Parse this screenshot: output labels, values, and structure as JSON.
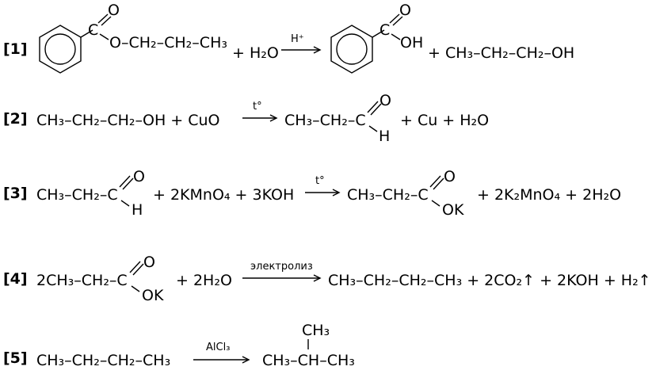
{
  "reactions": [
    {
      "label": "[1]",
      "reactant_chain": "O–CH₂–CH₂–CH₃",
      "reagent": "+ H₂O",
      "condition": "H⁺",
      "product_group": "OH",
      "product_tail": "+ CH₃–CH₂–CH₂–OH"
    },
    {
      "label": "[2]",
      "left": "CH₃–CH₂–CH₂–OH + CuO",
      "condition": "t°",
      "product_chain": "CH₃–CH₂–C",
      "product_group": "H",
      "product_tail": "+ Cu + H₂O"
    },
    {
      "label": "[3]",
      "left_chain": "CH₃–CH₂–C",
      "left_group": "H",
      "left_tail": "+ 2KMnO₄ + 3KOH",
      "condition": "t°",
      "product_chain": "CH₃–CH₂–C",
      "product_group": "OK",
      "product_tail": "+ 2K₂MnO₄ + 2H₂O"
    },
    {
      "label": "[4]",
      "left_chain": "2CH₃–CH₂–C",
      "left_group": "OK",
      "left_tail": "+ 2H₂O",
      "condition": "электролиз",
      "product": "CH₃–CH₂–CH₂–CH₃ + 2CO₂↑ + 2KOH + H₂↑"
    },
    {
      "label": "[5]",
      "left": "CH₃–CH₂–CH₂–CH₃",
      "condition": "AlCl₃",
      "product_top": "CH₃",
      "product": "CH₃–CH–CH₃"
    }
  ],
  "carbonyl_O": "O"
}
